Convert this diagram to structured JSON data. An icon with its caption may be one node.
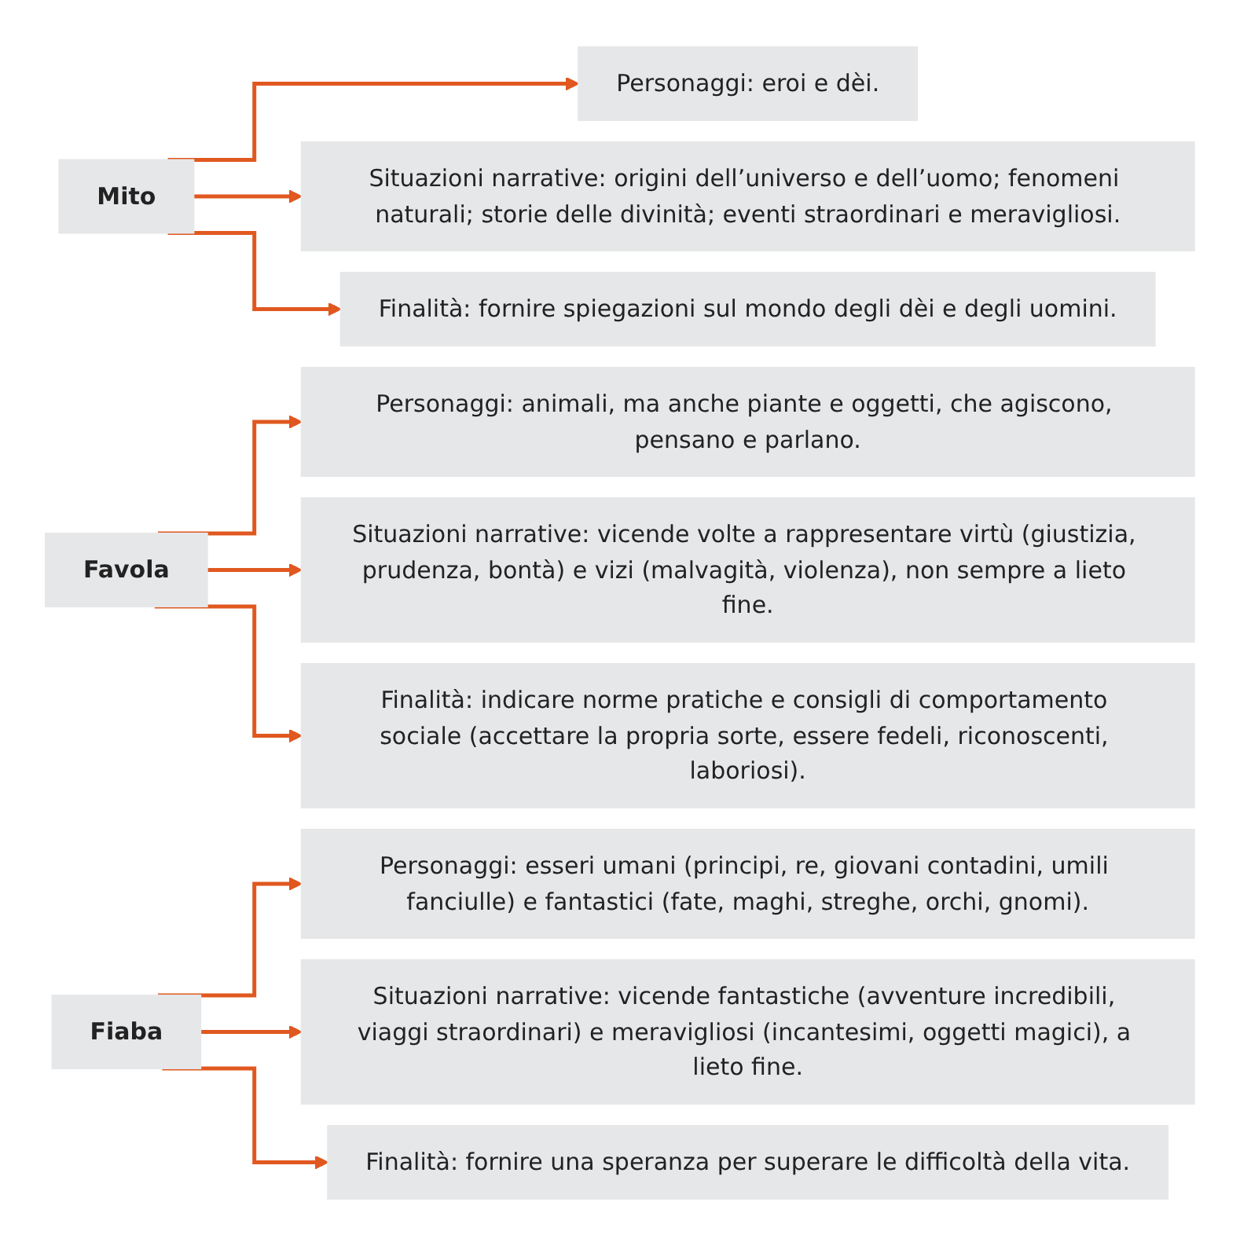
{
  "diagram": {
    "nodes": [
      {
        "text": [
          "Mito"
        ]
      },
      {
        "text": [
          "Personaggi: eroi e dèi."
        ]
      },
      {
        "text": [
          "Situazioni narrative: origini dell’universo e dell’uomo; fenomeni naturali; storie delle divinità; eventi straordinari e meravigliosi."
        ]
      },
      {
        "text": [
          "Finalità: fornire spiegazioni sul mondo degli dèi e degli uomini."
        ]
      },
      {
        "text": [
          "Favola"
        ]
      },
      {
        "text": [
          "Personaggi: animali, ma anche piante e oggetti, che agiscono, pensano e parlano."
        ]
      },
      {
        "text": [
          "Situazioni narrative: vicende volte a rappresentare virtù (giustizia, prudenza, bontà) e vizi (malvagità, violenza), non sempre a lieto fine."
        ]
      },
      {
        "text": [
          "Finalità: indicare norme pratiche e consigli di comportamento sociale (accettare la propria sorte, essere fedeli, riconoscenti, laboriosi)."
        ]
      },
      {
        "text": [
          "Fiaba"
        ]
      },
      {
        "text": [
          "Personaggi: esseri umani (principi, re, giovani contadini, umili fanciulle) e fantastici (fate, maghi, streghe, orchi, gnomi)."
        ]
      },
      {
        "text": [
          "Situazioni narrative: vicende fantastiche (avventure incredibili, viaggi straordinari) e meravigliosi (incantesimi, oggetti magici), a lieto fine."
        ]
      },
      {
        "text": [
          "Finalità: fornire una speranza per superare le difficoltà della vita."
        ]
      }
    ],
    "edges": [
      {
        "from": 0,
        "to": 1,
        "arrow": "to"
      },
      {
        "from": 0,
        "to": 2,
        "arrow": "to"
      },
      {
        "from": 0,
        "to": 3,
        "arrow": "to"
      },
      {
        "from": 4,
        "to": 5,
        "arrow": "to"
      },
      {
        "from": 4,
        "to": 6,
        "arrow": "to"
      },
      {
        "from": 4,
        "to": 7,
        "arrow": "to"
      },
      {
        "from": 8,
        "to": 9,
        "arrow": "to"
      },
      {
        "from": 8,
        "to": 10,
        "arrow": "to"
      },
      {
        "from": 8,
        "to": 11,
        "arrow": "to"
      }
    ]
  }
}
